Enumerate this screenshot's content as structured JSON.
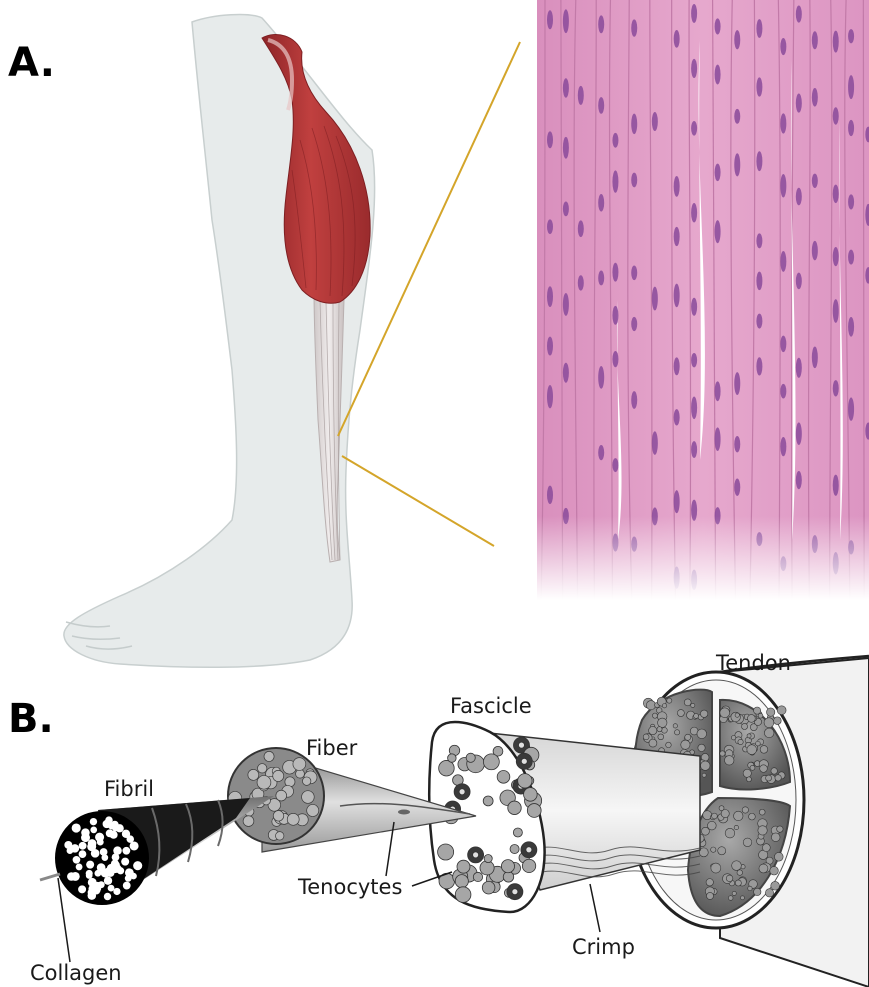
{
  "panel_a": {
    "letter": "A."
  },
  "panel_b": {
    "letter": "B.",
    "labels": {
      "fibril": "Fibril",
      "fiber": "Fiber",
      "fascicle": "Fascicle",
      "tendon": "Tendon",
      "tenocytes": "Tenocytes",
      "crimp": "Crimp",
      "collagen": "Collagen"
    }
  },
  "colors": {
    "muscle": "#b3373a",
    "histology": "#e2a3c8",
    "nuclei": "#8a4a9a",
    "callout_line": "#d4a52a",
    "leg": "#e6eaea"
  }
}
